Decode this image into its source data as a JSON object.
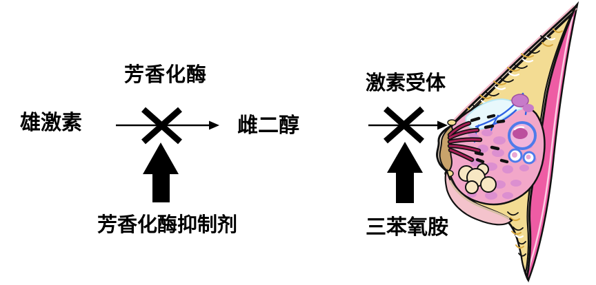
{
  "diagram": {
    "left_pathway": {
      "enzyme": "芳香化酶",
      "substrate": "雄激素",
      "product": "雌二醇",
      "inhibitor": "芳香化酶抑制剂"
    },
    "right_pathway": {
      "receptor": "激素受体",
      "inhibitor": "三苯氧胺"
    },
    "icons": {
      "reaction_arrow": "thin-right-arrow",
      "blocked_cross": "x-cross-over-arrow",
      "inhibitor_arrow": "bold-up-arrow",
      "illustration": "breast-sagittal-cross-section"
    },
    "colors": {
      "text": "#000000",
      "arrows": "#000000",
      "background": "#FFFFFF",
      "outline_black": "#111111",
      "chest_wall_magenta": "#EE5CA4",
      "chest_wall_stripe": "#FBD0E4",
      "skin_cream": "#F5E2CC",
      "skin_halo_pink": "#F4BCCB",
      "fat_yellow": "#F3DC93",
      "fat_shadow_yellow": "#D9A93F",
      "gland_pink": "#F2A7C9",
      "lobule_purple_pink": "#DC8FD0",
      "ligament_ice_blue": "#E8F8FC",
      "vessel_blue": "#2F62E3",
      "cyst_ring_blue": "#4F7BEA",
      "cyst_core_magenta": "#BC4F9E",
      "duct_crimson": "#A82058",
      "areola_tan": "#C9A36B",
      "gland_cluster_cream": "#F7E7C3",
      "fold_pink": "#F4C3CC"
    }
  }
}
